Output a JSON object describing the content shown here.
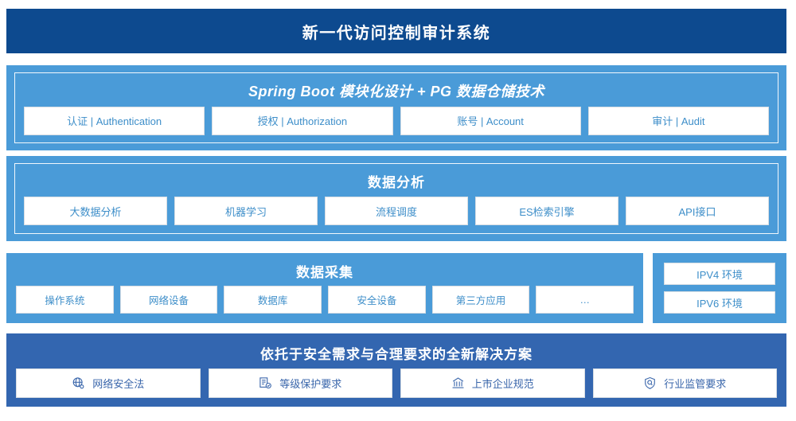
{
  "header": {
    "title": "新一代访问控制审计系统",
    "bg_color": "#0d4a8f"
  },
  "theme": {
    "panel_blue": "#4a9bd8",
    "solution_blue": "#3366b0",
    "chip_text_blue": "#3d8ec9",
    "solution_chip_text": "#3a66ab",
    "chip_bg": "#ffffff"
  },
  "sections": {
    "architecture": {
      "title": "Spring Boot 模块化设计 + PG 数据仓储技术",
      "chips": [
        {
          "label": "认证 | Authentication"
        },
        {
          "label": "授权 | Authorization"
        },
        {
          "label": "账号 | Account"
        },
        {
          "label": "审计 | Audit"
        }
      ]
    },
    "analysis": {
      "title": "数据分析",
      "chips": [
        {
          "label": "大数据分析"
        },
        {
          "label": "机器学习"
        },
        {
          "label": "流程调度"
        },
        {
          "label": "ES检索引擎"
        },
        {
          "label": "API接口"
        }
      ]
    },
    "collection": {
      "title": "数据采集",
      "chips": [
        {
          "label": "操作系统"
        },
        {
          "label": "网络设备"
        },
        {
          "label": "数据库"
        },
        {
          "label": "安全设备"
        },
        {
          "label": "第三方应用"
        },
        {
          "label": "…"
        }
      ]
    },
    "environment": {
      "chips": [
        {
          "label": "IPV4 环境"
        },
        {
          "label": "IPV6 环境"
        }
      ]
    },
    "solution": {
      "title": "依托于安全需求与合理要求的全新解决方案",
      "chips": [
        {
          "label": "网络安全法",
          "icon": "globe-icon"
        },
        {
          "label": "等级保护要求",
          "icon": "document-check-icon"
        },
        {
          "label": "上市企业规范",
          "icon": "bank-icon"
        },
        {
          "label": "行业监管要求",
          "icon": "shield-search-icon"
        }
      ]
    }
  }
}
